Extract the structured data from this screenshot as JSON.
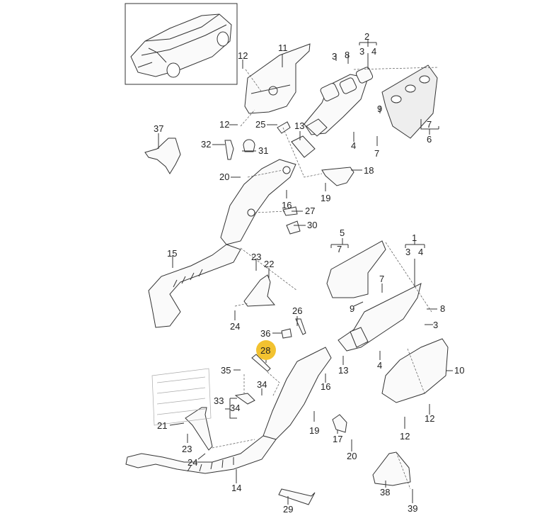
{
  "diagram": {
    "title": "Exhaust manifold, catalytic converter and front exhaust pipe",
    "vehicle_thumbnail": "car-overview-icon",
    "highlight_color": "#f2c230",
    "highlighted_part": "28"
  },
  "callouts": {
    "p1": "1",
    "p2": "2",
    "p3a": "3",
    "p3b": "3",
    "p3c": "3",
    "p3d": "3",
    "p4a": "4",
    "p4b": "4",
    "p4c": "4",
    "p4d": "4",
    "p5": "5",
    "p6": "6",
    "p7a": "7",
    "p7b": "7",
    "p7c": "7",
    "p7d": "7",
    "p8a": "8",
    "p8b": "8",
    "p9a": "9",
    "p9b": "9",
    "p10": "10",
    "p11": "11",
    "p12a": "12",
    "p12b": "12",
    "p12c": "12",
    "p12d": "12",
    "p13a": "13",
    "p13b": "13",
    "p14": "14",
    "p15": "15",
    "p16a": "16",
    "p16b": "16",
    "p17": "17",
    "p18": "18",
    "p19a": "19",
    "p19b": "19",
    "p20a": "20",
    "p20b": "20",
    "p21": "21",
    "p22": "22",
    "p23a": "23",
    "p23b": "23",
    "p24a": "24",
    "p24b": "24",
    "p25": "25",
    "p26": "26",
    "p27": "27",
    "p28": "28",
    "p29": "29",
    "p30": "30",
    "p31": "31",
    "p32": "32",
    "p33": "33",
    "p34a": "34",
    "p34b": "34",
    "p35": "35",
    "p36": "36",
    "p37": "37",
    "p38": "38",
    "p39": "39"
  }
}
